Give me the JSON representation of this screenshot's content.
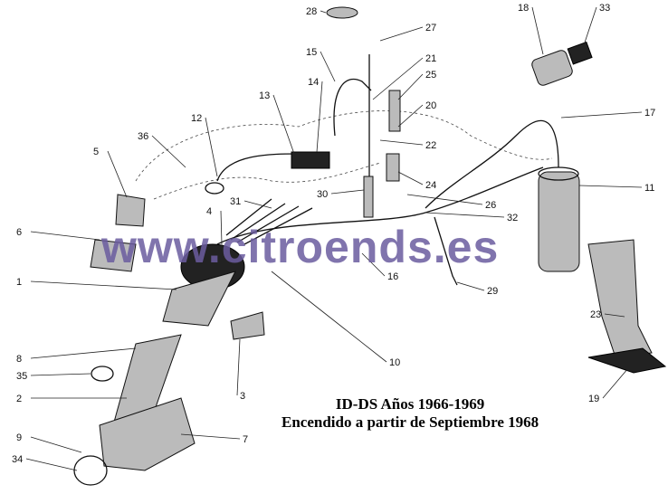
{
  "title": {
    "line1": "ID-DS Años 1966-1969",
    "line2": "Encendido a partir de Septiembre 1968"
  },
  "watermark": "www.citroends.es",
  "colors": {
    "watermark": "#6b5c9f",
    "ink": "#111111"
  },
  "part_labels": [
    "28",
    "27",
    "18",
    "33",
    "15",
    "21",
    "25",
    "14",
    "13",
    "20",
    "17",
    "12",
    "36",
    "22",
    "5",
    "24",
    "11",
    "30",
    "26",
    "31",
    "4",
    "32",
    "6",
    "16",
    "1",
    "29",
    "23",
    "10",
    "8",
    "35",
    "3",
    "2",
    "19",
    "7",
    "9",
    "34"
  ]
}
